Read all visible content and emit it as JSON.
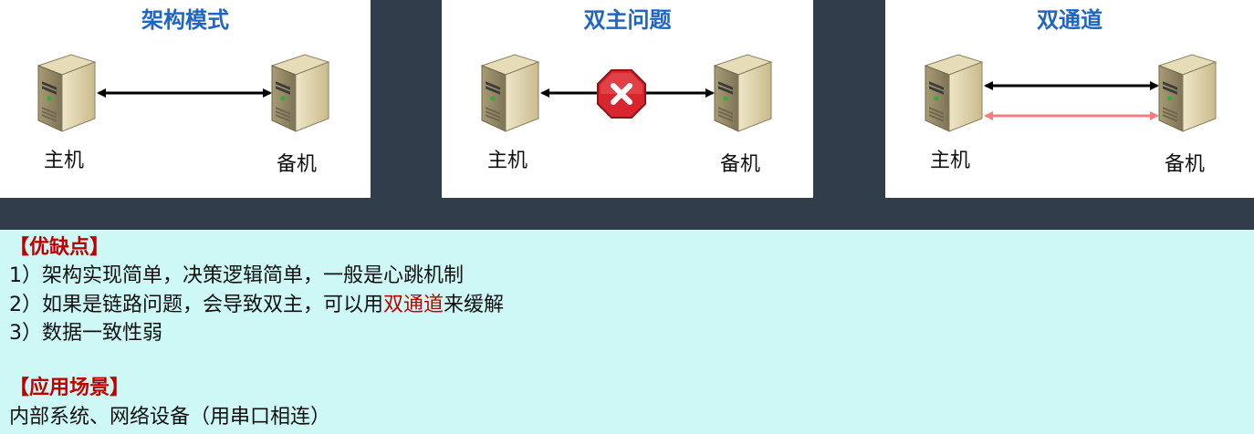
{
  "panels": [
    {
      "title": "架构模式",
      "left_node": "主机",
      "right_node": "备机"
    },
    {
      "title": "双主问题",
      "left_node": "主机",
      "right_node": "备机"
    },
    {
      "title": "双通道",
      "left_node": "主机",
      "right_node": "备机"
    }
  ],
  "colors": {
    "title": "#1f66c2",
    "accent_red": "#c00000",
    "second_channel": "#f08080",
    "separator": "#323d4b",
    "notes_bg": "#cef8f6",
    "stop_sign": "#d9262e"
  },
  "icons": {
    "server": "server-icon",
    "error": "stop-x-icon"
  },
  "notes": {
    "pros_cons_header": "【优缺点】",
    "items": [
      {
        "prefix": "1）架构实现简单，决策逻辑简单，一般是心跳机制"
      },
      {
        "prefix": "2）如果是链路问题，会导致双主，可以用",
        "highlight": "双通道",
        "suffix": "来缓解"
      },
      {
        "prefix": "3）数据一致性弱"
      }
    ],
    "scenario_header": "【应用场景】",
    "scenario_text": "内部系统、网络设备（用串口相连）"
  }
}
